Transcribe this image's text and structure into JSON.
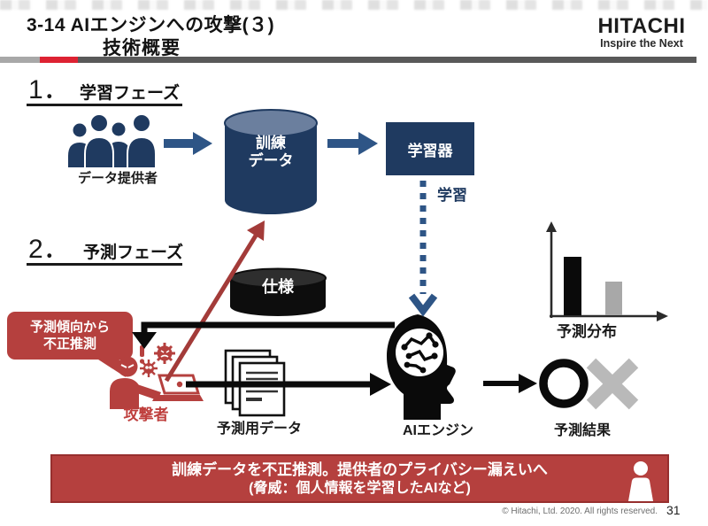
{
  "header": {
    "title_line1": "3-14 AIエンジンへの攻撃(３)",
    "title_line2": "技術概要",
    "logo_text": "HITACHI",
    "logo_tagline": "Inspire the Next"
  },
  "phases": {
    "phase1_number": "1．",
    "phase1_label": "学習フェーズ",
    "phase2_number": "2．",
    "phase2_label": "予測フェーズ"
  },
  "diagram": {
    "data_providers_label": "データ提供者",
    "training_data_line1": "訓練",
    "training_data_line2": "データ",
    "learner_label": "学習器",
    "learning_label": "学習",
    "spec_label": "仕様",
    "callout_line1": "予測傾向から",
    "callout_line2": "不正推測",
    "attacker_label": "攻撃者",
    "prediction_data_label": "予測用データ",
    "ai_engine_label": "AIエンジン",
    "prediction_distribution_label": "予測分布",
    "prediction_result_label": "予測結果"
  },
  "banner": {
    "line1": "訓練データを不正推測。提供者のプライバシー漏えいへ",
    "line2": "(脅威：個人情報を学習したAIなど)"
  },
  "footer": {
    "copyright": "© Hitachi, Ltd. 2020. All rights reserved.",
    "page_number": "31"
  },
  "colors": {
    "navy": "#1f3a60",
    "navy_arrow": "#2e5586",
    "red": "#b5403e",
    "dark_red_arrow": "#a33b39",
    "header_accent_red": "#dd2232",
    "gray": "#b9b9b9",
    "black": "#0a0a0a"
  }
}
